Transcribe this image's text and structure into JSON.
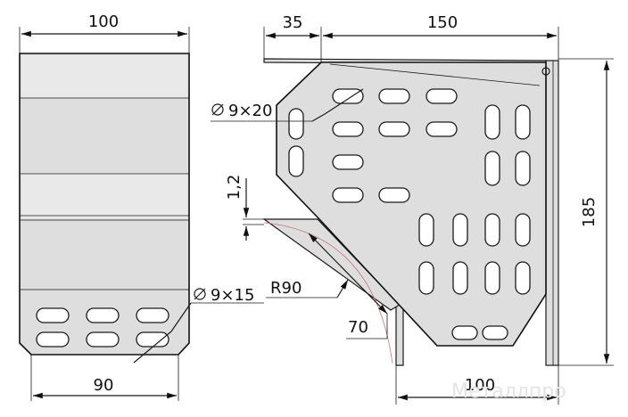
{
  "dimensions": {
    "side_top_width": "100",
    "side_bottom_width": "90",
    "top_left_offset": "35",
    "top_width": "150",
    "height": "185",
    "bottom_width": "100",
    "thickness": "1,2",
    "radius": "R90",
    "flange": "70",
    "hole_large": "9×20",
    "hole_small": "9×15"
  },
  "watermark": "Металлпро"
}
